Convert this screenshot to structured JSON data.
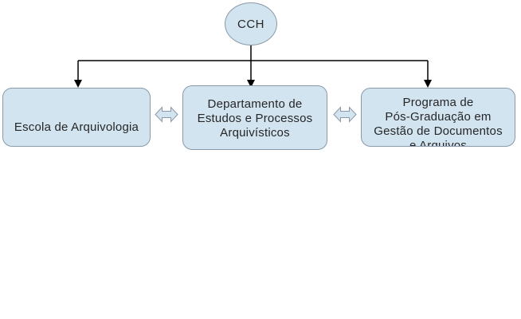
{
  "diagram": {
    "root_node": {
      "label": "CCH"
    },
    "nodes": [
      {
        "lines": [
          "Escola de Arquivologia"
        ]
      },
      {
        "lines": [
          "Departamento de",
          "Estudos e Processos",
          "Arquivísticos"
        ]
      },
      {
        "lines": [
          "Programa de",
          "Pós-Graduação em",
          "Gestão de Documentos",
          "e Arquivos"
        ],
        "last_line_clipped": true
      }
    ],
    "colors": {
      "node_fill": "#d3e4f1",
      "node_border": "#8a99a8",
      "connector": "#000000",
      "text": "#262626",
      "background": "#ffffff"
    }
  }
}
